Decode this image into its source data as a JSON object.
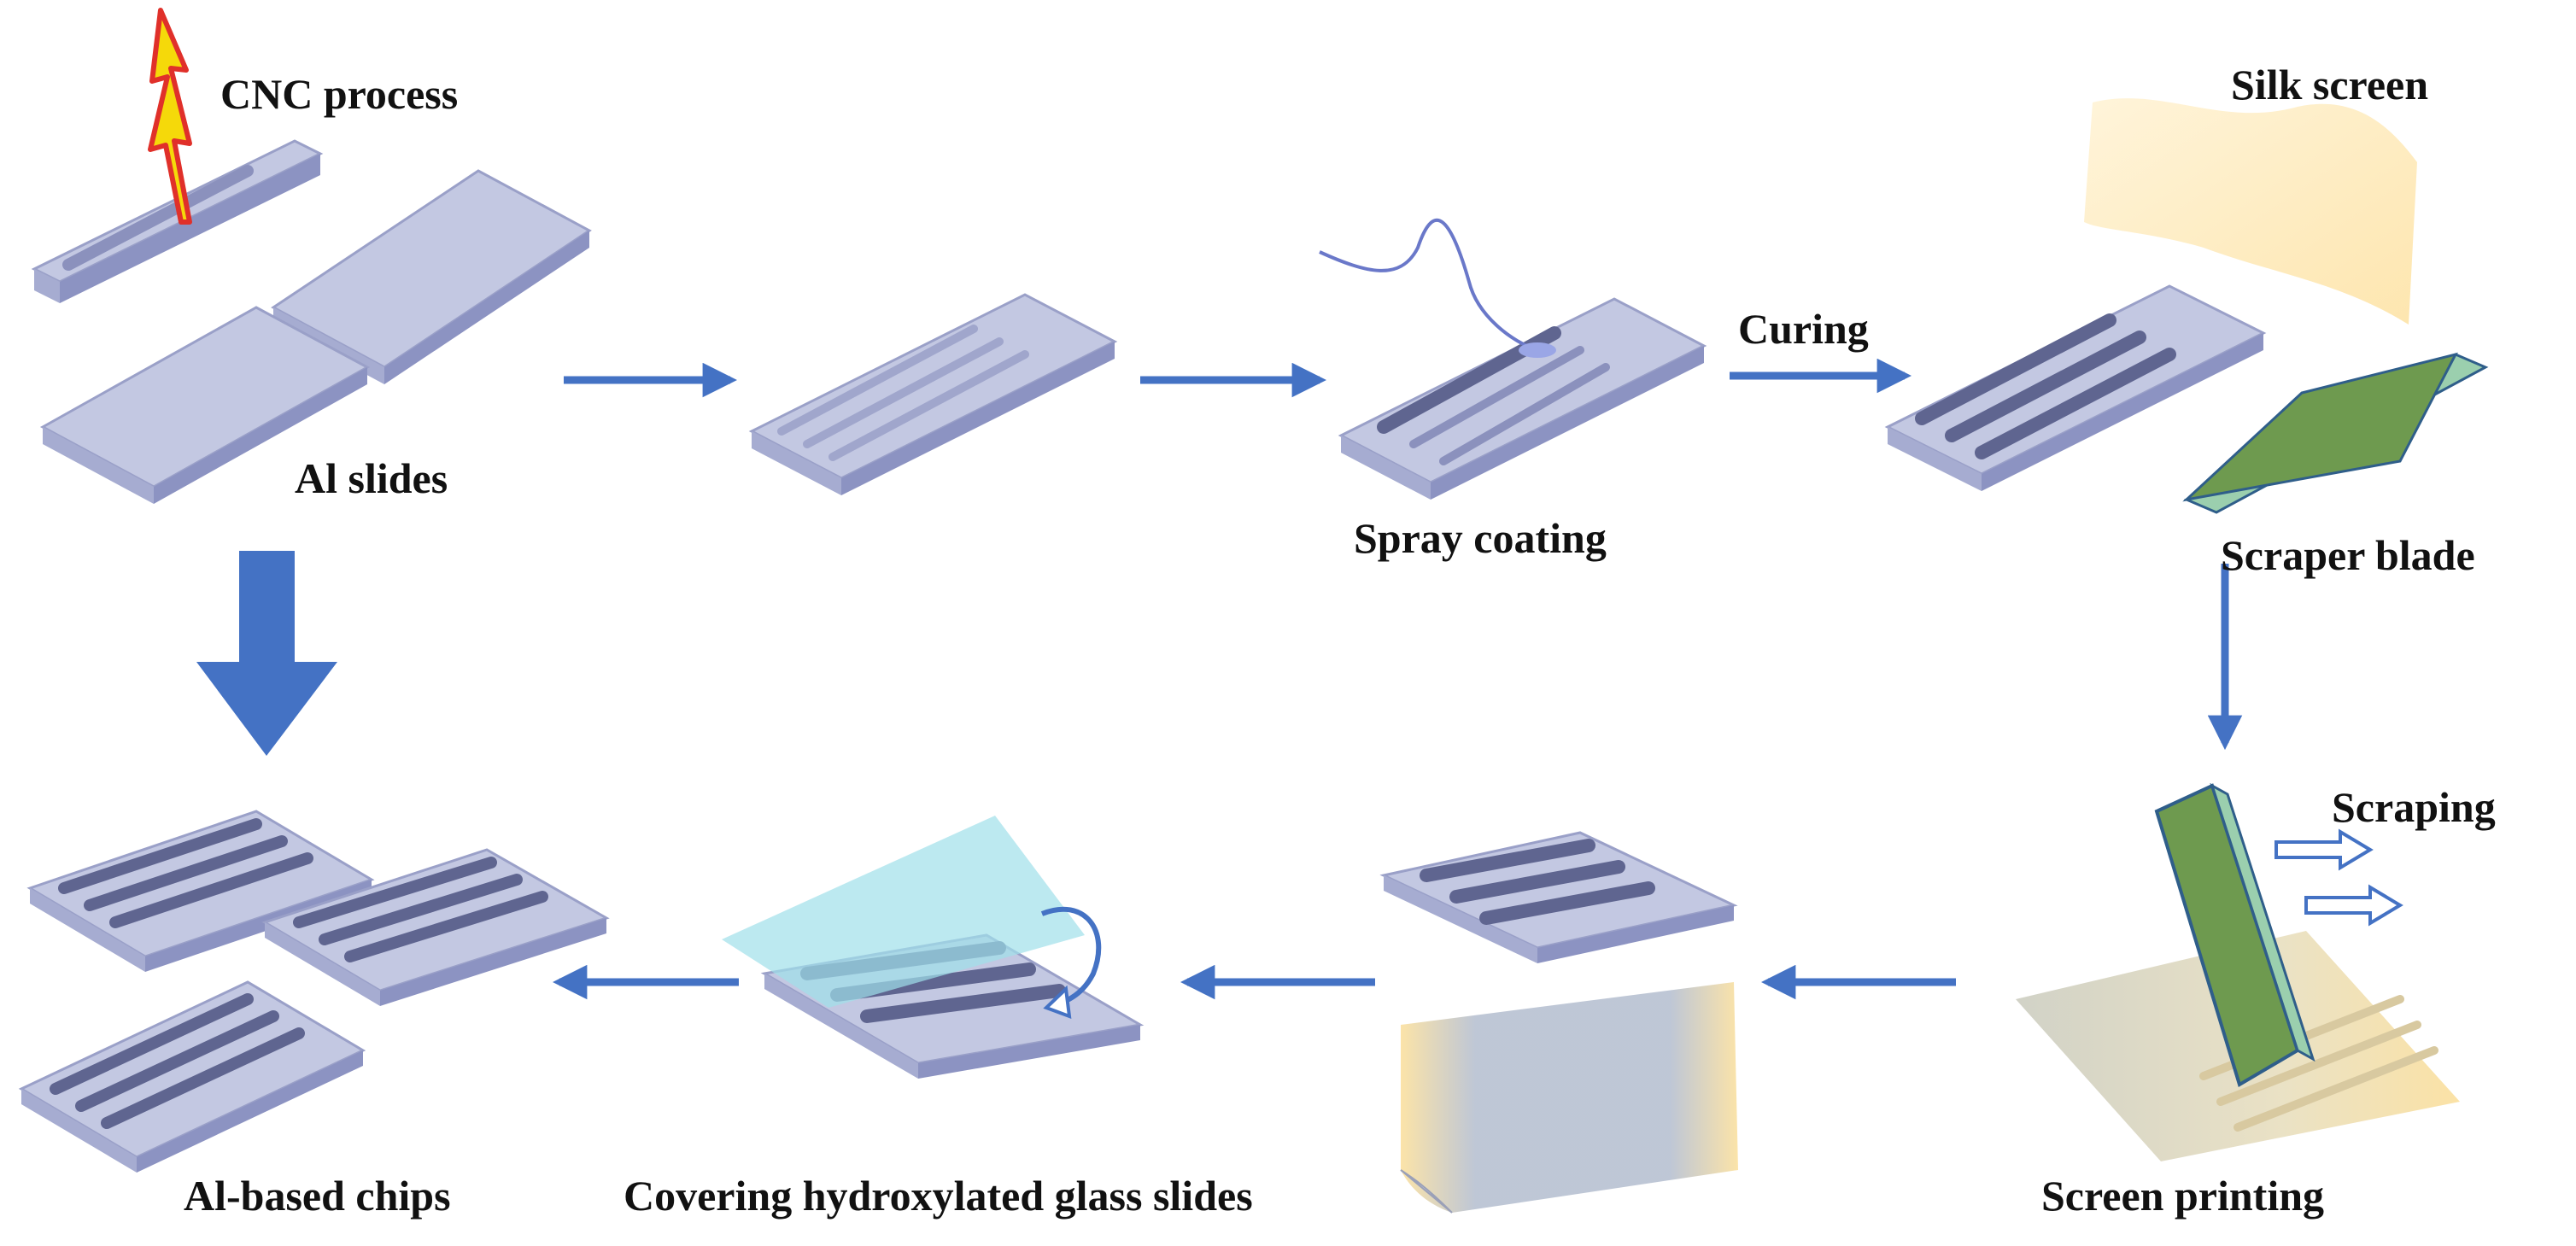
{
  "colors": {
    "slide_top": "#c3c8e2",
    "slide_side": "#a6acd1",
    "slide_edge": "#8c93c2",
    "channel": "#5f6590",
    "channel_light": "#8b91bd",
    "arrow": "#4472c4",
    "lightning_fill": "#f5d90a",
    "lightning_stroke": "#e0302a",
    "silk_screen": "#fde3a6",
    "blade_green": "#6e9a4f",
    "blade_edge": "#9bcfae",
    "blade_outline": "#2f5e8a",
    "glass_cyan": "#9fe0ea",
    "film_gray": "#b9c2d2",
    "film_yellow": "#fbe1a1"
  },
  "labels": {
    "cnc_process": "CNC process",
    "al_slides": "Al slides",
    "spray_coating": "Spray coating",
    "curing": "Curing",
    "silk_screen": "Silk screen",
    "scraper_blade": "Scraper blade",
    "scraping": "Scraping",
    "screen_printing": "Screen printing",
    "covering": "Covering hydroxylated glass slides",
    "al_based_chips": "Al-based chips"
  },
  "icons": {
    "lightning": "lightning-icon",
    "arrow": "arrow-icon",
    "curved_arrow": "curved-arrow-icon",
    "outline_arrow": "outline-arrow-icon"
  }
}
